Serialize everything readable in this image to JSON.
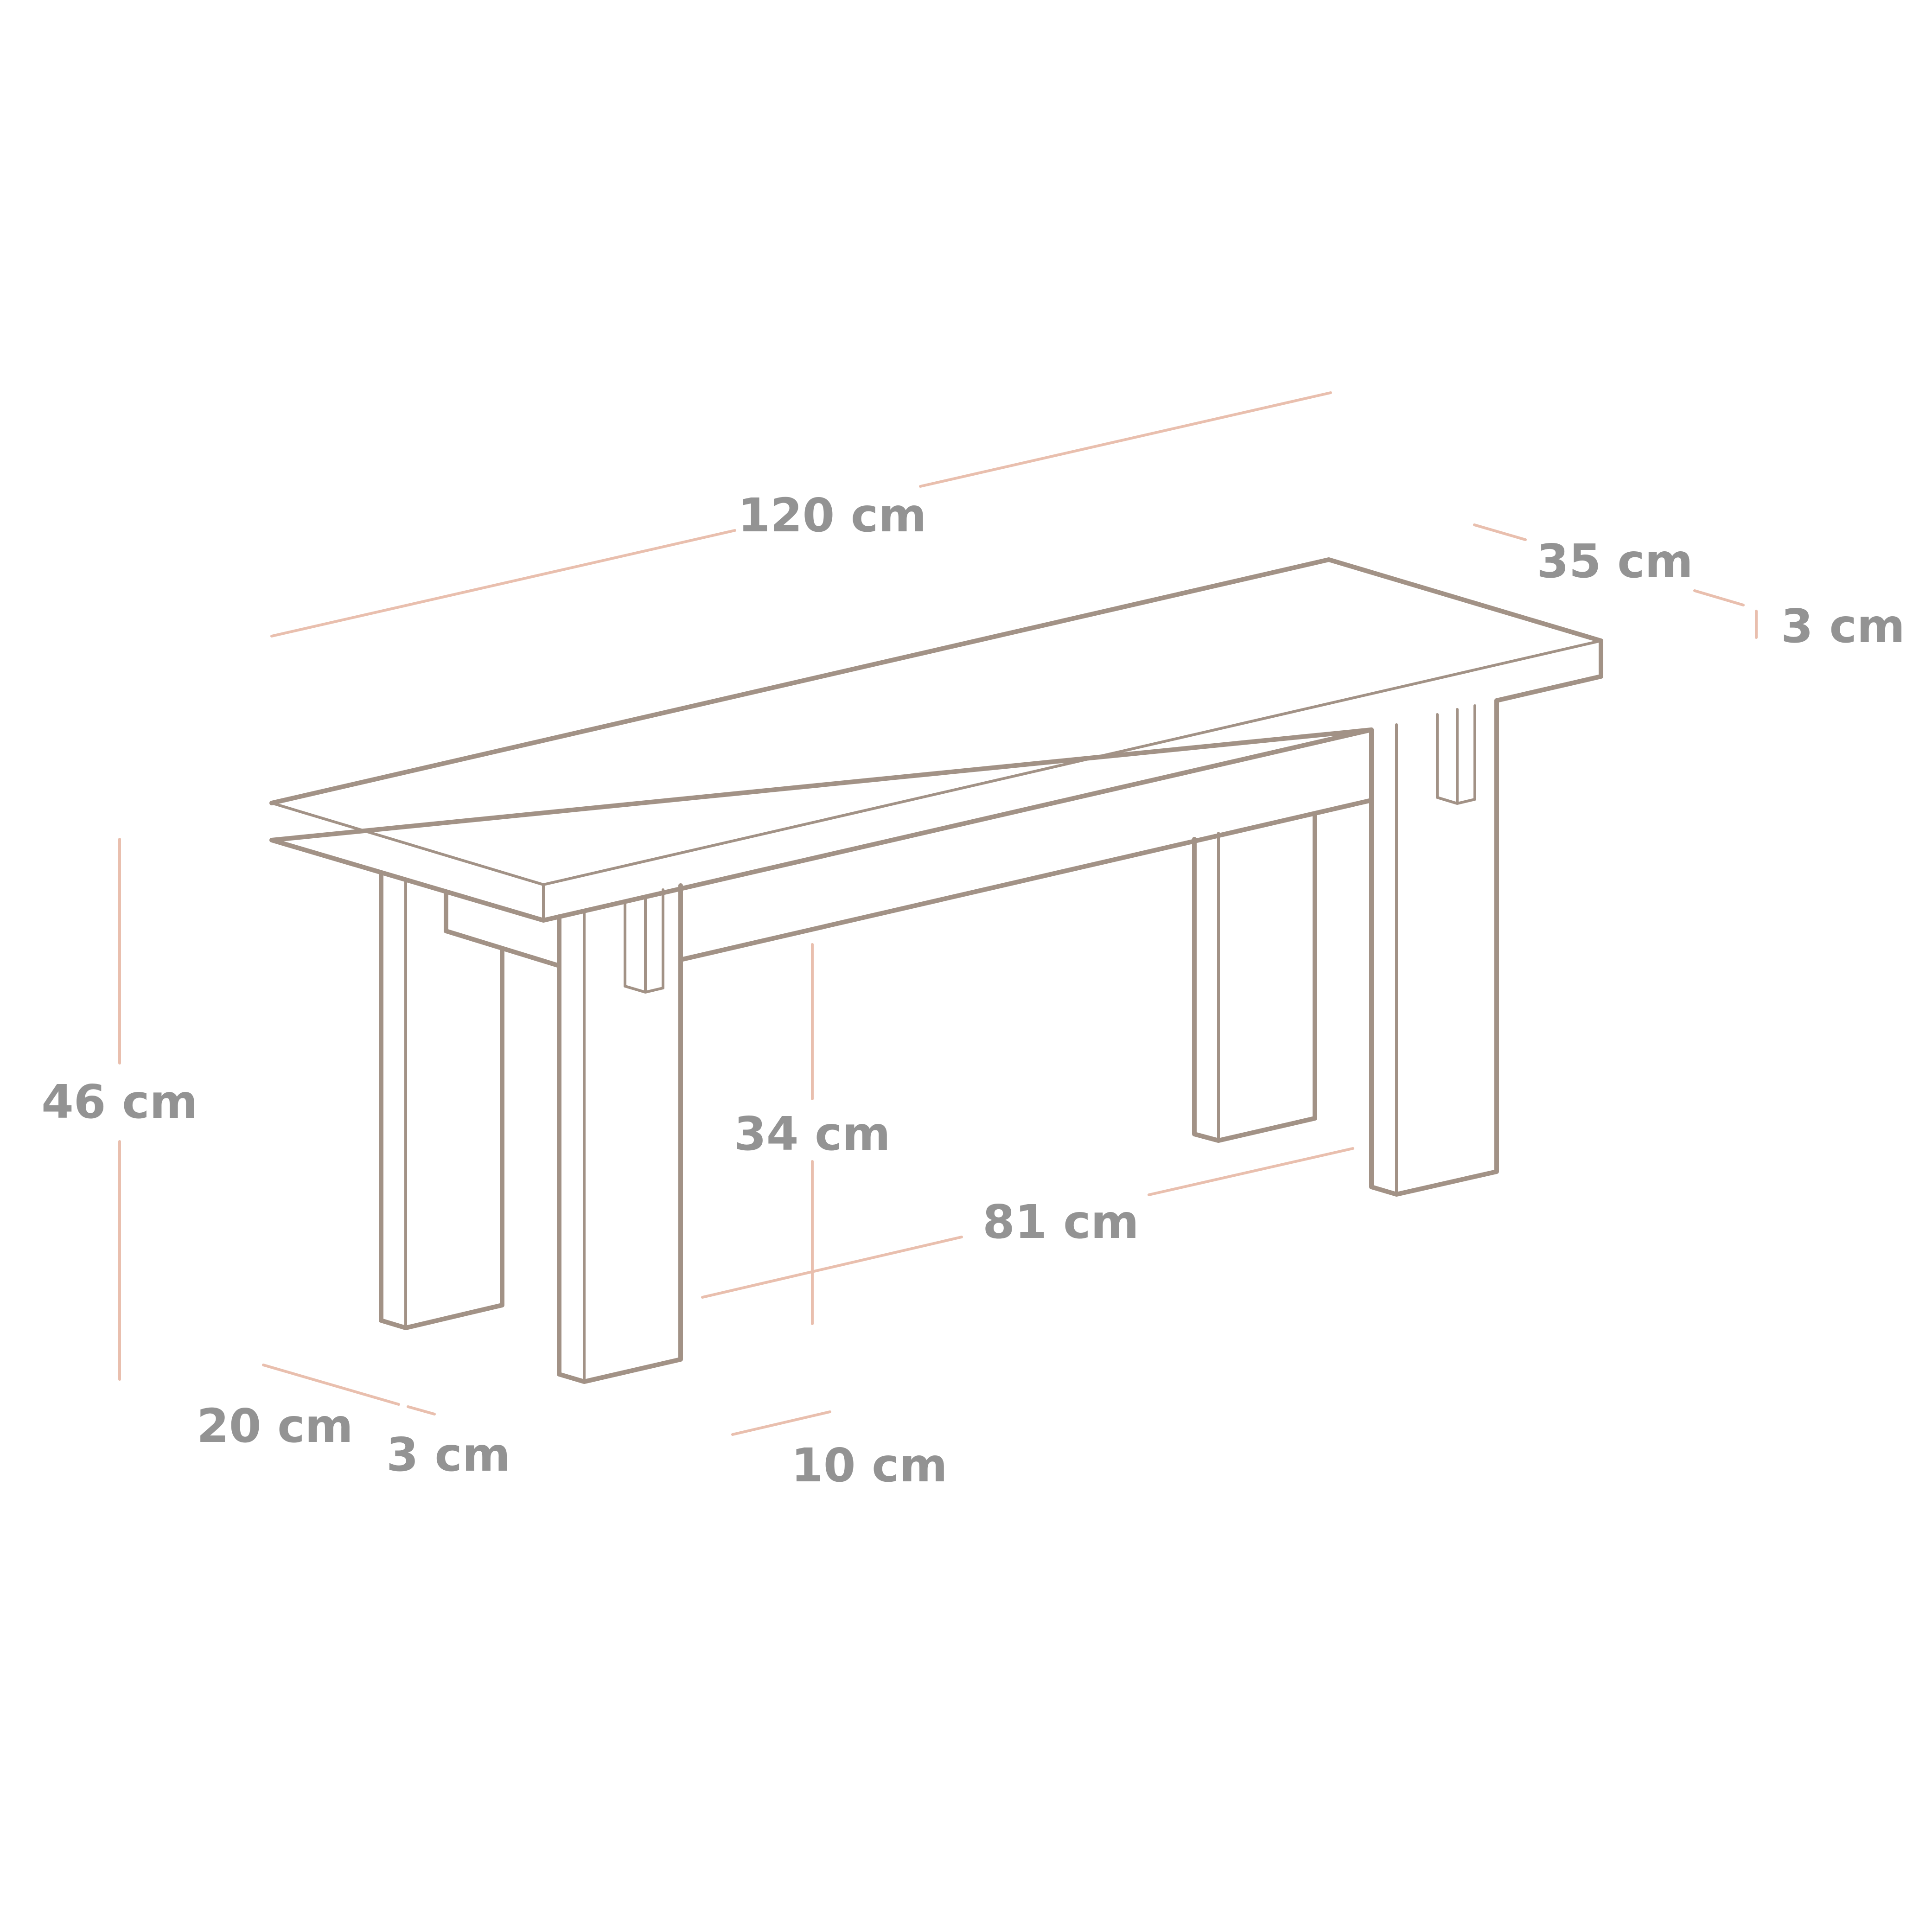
{
  "dimensions": {
    "length": "120 cm",
    "depth": "35 cm",
    "top_thickness": "3 cm",
    "height": "46 cm",
    "clearance_height": "34 cm",
    "leg_spacing": "81 cm",
    "leg_width": "20 cm",
    "leg_thickness": "3 cm",
    "leg_depth": "10 cm"
  },
  "colors": {
    "bench_stroke": "#a29286",
    "dimension_line": "#e9bfae",
    "label_text": "#939393",
    "background": "#ffffff"
  }
}
